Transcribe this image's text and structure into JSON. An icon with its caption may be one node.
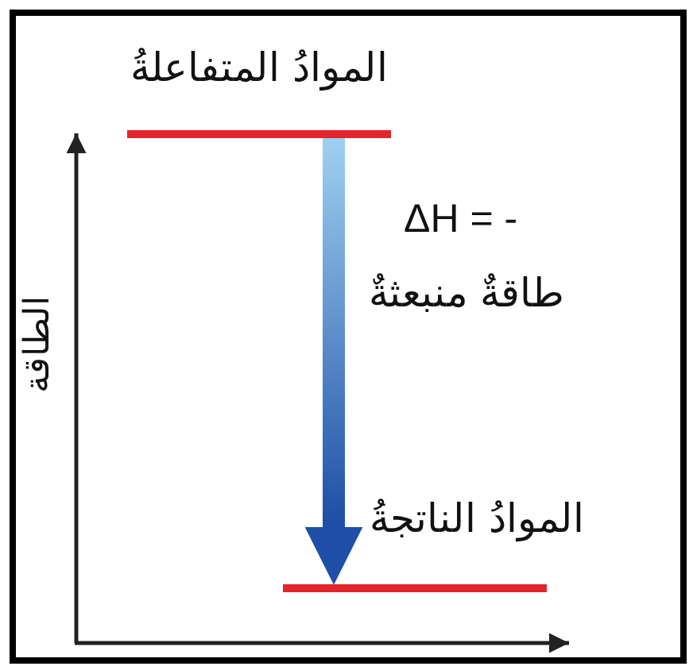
{
  "diagram": {
    "nodes": [
      {
        "text": [
          "الموادُ المتفاعلةُ"
        ]
      },
      {
        "text": [
          "الموادُ الناتجةُ"
        ]
      }
    ],
    "edges": [
      {
        "from": 0,
        "to": 1,
        "arrow": "to"
      }
    ],
    "labels": [
      "ΔH = -",
      "طاقةٌ منبعثةٌ",
      "الطاقة"
    ]
  }
}
